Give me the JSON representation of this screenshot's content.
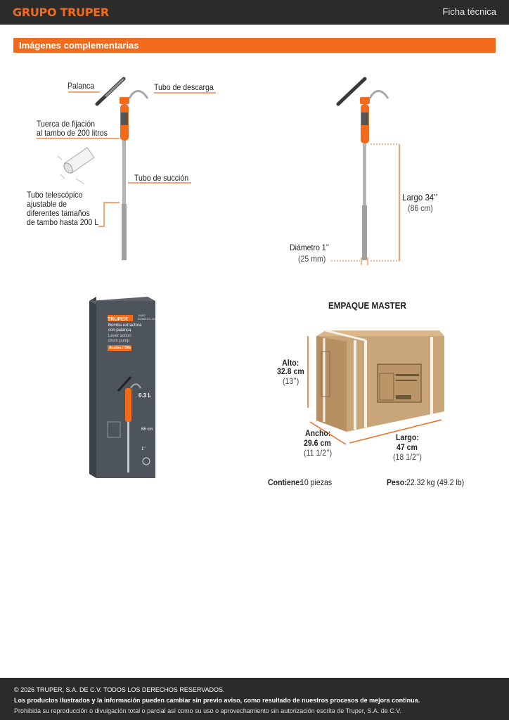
{
  "header": {
    "brand": "GRUPO TRUPER",
    "doc_type": "Ficha técnica"
  },
  "section": {
    "title": "Imágenes complementarias"
  },
  "pump_parts": {
    "palanca": "Palanca",
    "tubo_descarga": "Tubo de descarga",
    "tuerca_l1": "Tuerca de fijación",
    "tuerca_l2": "al tambo de 200 litros",
    "tubo_succion": "Tubo de succión",
    "tele_l1": "Tubo telescópico",
    "tele_l2": "ajustable de",
    "tele_l3": "diferentes tamaños",
    "tele_l4": "de tambo hasta 200 L"
  },
  "dimensions": {
    "largo": "Largo 34’’",
    "largo_cm": "(86 cm)",
    "diametro": "Diámetro 1’’",
    "diametro_mm": "(25 mm)"
  },
  "package": {
    "brand": "TRUPER",
    "code": "16857",
    "model": "BOMB-EX-3/4",
    "name_es_1": "Bomba extractora",
    "name_es_2": "con palanca",
    "name_en_1": "Lever action",
    "name_en_2": "drum pump",
    "fluids": "Aceites / Oils",
    "capacity": "0.3 L",
    "length": "86 cm",
    "diameter": "1''"
  },
  "master": {
    "title": "EMPAQUE MASTER",
    "alto_label": "Alto:",
    "alto_cm": "32.8 cm",
    "alto_in": "(13’’)",
    "ancho_label": "Ancho:",
    "ancho_cm": "29.6 cm",
    "ancho_in": "(11 1/2’’)",
    "largo_label": "Largo:",
    "largo_cm": "47 cm",
    "largo_in": "(18 1/2’’)",
    "contiene_label": "Contiene:",
    "contiene_value": "10 piezas",
    "peso_label": "Peso:",
    "peso_value": "22.32 kg (49.2 lb)"
  },
  "footer": {
    "copyright": "© 2026 TRUPER, S.A. DE C.V. TODOS LOS DERECHOS RESERVADOS.",
    "notice": "Los productos ilustrados y la información pueden cambiar sin previo aviso, como resultado de nuestros procesos de mejora continua.",
    "prohibition": "Prohibida su reproducción o divulgación total o parcial así como su uso o aprovechamiento sin autorización escrita de Truper, S.A. de C.V."
  },
  "colors": {
    "accent": "#f26b1d",
    "dark": "#2b2b2b",
    "box": "#c9a57a"
  }
}
